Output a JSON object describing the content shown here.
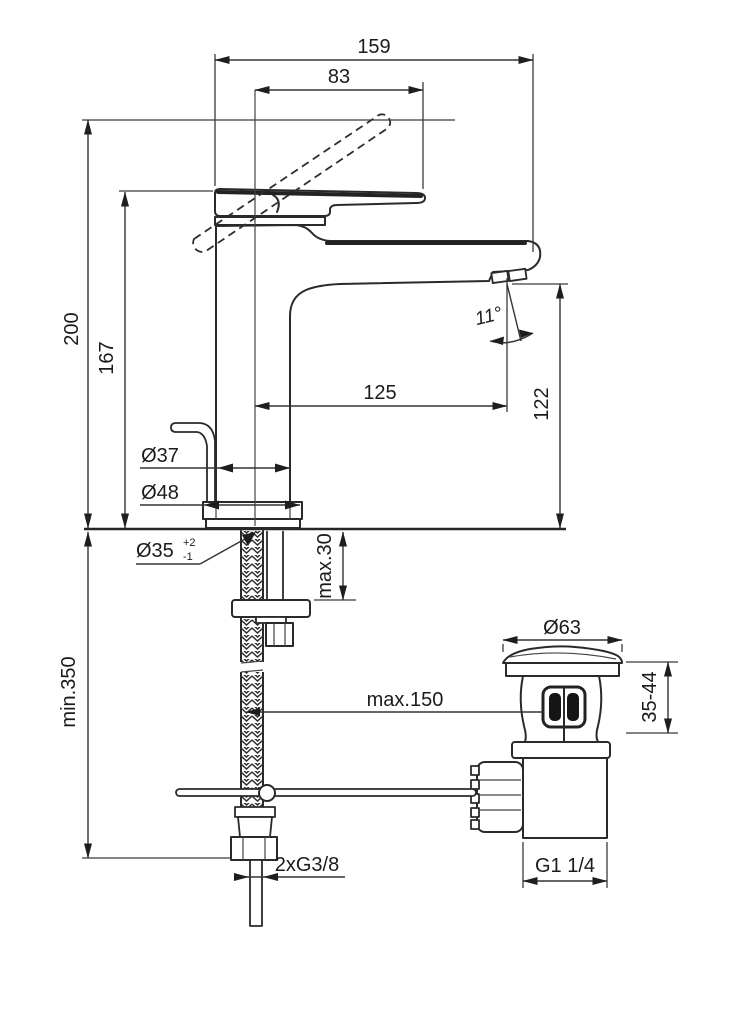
{
  "dimensions": {
    "total_width": "159",
    "handle_projection": "83",
    "total_height": "200",
    "body_height": "167",
    "spout_reach": "125",
    "outlet_height": "122",
    "outlet_angle": "11°",
    "body_diameter": "Ø37",
    "base_diameter": "Ø48",
    "hole_diameter": "Ø35",
    "hole_tolerance_plus": "+2",
    "hole_tolerance_minus": "-1",
    "max_deck_thickness": "max.30",
    "min_installation_depth": "min.350",
    "waste_flange_diameter": "Ø63",
    "max_rod_length": "max.150",
    "waste_height_range": "35-44",
    "supply_connection": "2xG3/8",
    "waste_connection": "G1 1/4"
  }
}
